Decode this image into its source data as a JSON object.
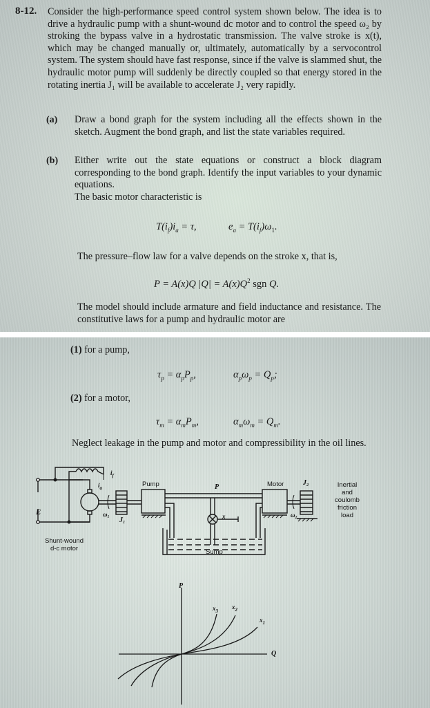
{
  "problem": {
    "number": "8-12.",
    "intro": "Consider the high-performance speed control system shown below. The idea is to drive a hydraulic pump with a shunt-wound dc motor and to control the speed ω₂ by stroking the bypass valve in a hydrostatic transmission. The valve stroke is x(t), which may be changed manually or, ultimately, automatically by a servocontrol system. The system should have fast response, since if the valve is slammed shut, the hydraulic motor pump will suddenly be directly coupled so that energy stored in the rotating inertia J₁ will be available to accelerate J₂ very rapidly.",
    "parts": [
      {
        "label": "(a)",
        "text": "Draw a bond graph for the system including all the effects shown in the sketch. Augment the bond graph, and list the state variables required."
      },
      {
        "label": "(b)",
        "text": "Either write out the state equations or construct a block diagram corresponding to the bond graph. Identify the input variables to your dynamic equations."
      }
    ],
    "motor_char_intro": "The basic motor characteristic is",
    "motor_eq_1": "T(i_f)i_a = τ,",
    "motor_eq_2": "e_a = T(i_f)ω₁.",
    "valve_intro": "The pressure–flow law for a valve depends on the stroke x, that is,",
    "valve_eq": "P = A(x)Q|Q| = A(x)Q² sgn Q.",
    "model_text": "The model should include armature and field inductance and resistance. The constitutive laws for a pump and hydraulic motor are",
    "pump_label": "(1) for a pump,",
    "pump_eq_1": "τ_p = α_p P_p,",
    "pump_eq_2": "α_p ω_p = Q_p;",
    "motor_label": "(2) for a motor,",
    "hmotor_eq_1": "τ_m = α_m P_m,",
    "hmotor_eq_2": "α_m ω_m = Q_m.",
    "neglect_text": "Neglect leakage in the pump and motor and compressibility in the oil lines."
  },
  "diagram": {
    "labels": {
      "E": "E",
      "i_f": "i_f",
      "i_a": "i_a",
      "omega1": "ω₁",
      "J1": "J₁",
      "pump": "Pump",
      "P": "P",
      "x": "x",
      "sump": "Sump",
      "motor": "Motor",
      "J2": "J₂",
      "omega2": "ω₂",
      "load": [
        "Inertial",
        "and",
        "coulomb",
        "friction",
        "load"
      ],
      "dc_motor": [
        "Shunt-wound",
        "d-c motor"
      ]
    }
  },
  "chart_data": {
    "type": "line",
    "title": "",
    "xlabel": "Q",
    "ylabel": "P",
    "grid": false,
    "legend_position": "curve-end labels",
    "series": [
      {
        "name": "x3",
        "description": "steepest curve, P = A(x3)Q|Q|"
      },
      {
        "name": "x2",
        "description": "intermediate curve, P = A(x2)Q|Q|"
      },
      {
        "name": "x1",
        "description": "flattest curve, P = A(x1)Q|Q|"
      }
    ],
    "annotations": [
      "x3",
      "x2",
      "x1"
    ],
    "note": "Qualitative sketch; no numeric ticks shown. All curves pass through origin, odd-symmetric (Q|Q|)."
  }
}
